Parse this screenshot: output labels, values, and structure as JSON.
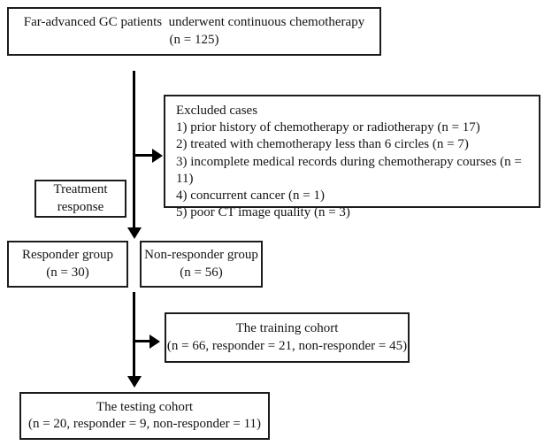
{
  "flowchart": {
    "top_box": {
      "line1": "Far-advanced GC patients  underwent continuous chemotherapy",
      "line2": "(n = 125)"
    },
    "excluded_box": {
      "title": "Excluded cases",
      "items": [
        "1) prior history of chemotherapy or radiotherapy (n = 17)",
        "2) treated with chemotherapy less than 6 circles (n = 7)",
        "3) incomplete medical records during chemotherapy courses (n = 11)",
        "4) concurrent cancer (n = 1)",
        "5) poor CT image quality (n = 3)"
      ]
    },
    "treatment_box": {
      "line1": "Treatment",
      "line2": "response"
    },
    "responder_box": {
      "line1": "Responder group",
      "line2": "(n = 30)"
    },
    "nonresponder_box": {
      "line1": "Non-responder group",
      "line2": "(n = 56)"
    },
    "training_box": {
      "line1": "The training cohort",
      "line2": "(n = 66, responder = 21, non-responder = 45)"
    },
    "testing_box": {
      "line1": "The testing cohort",
      "line2": "(n = 20, responder = 9, non-responder = 11)"
    }
  },
  "colors": {
    "box_border": "#1c1c1c",
    "arrow": "#000000",
    "text": "#141414",
    "background": "#ffffff"
  }
}
